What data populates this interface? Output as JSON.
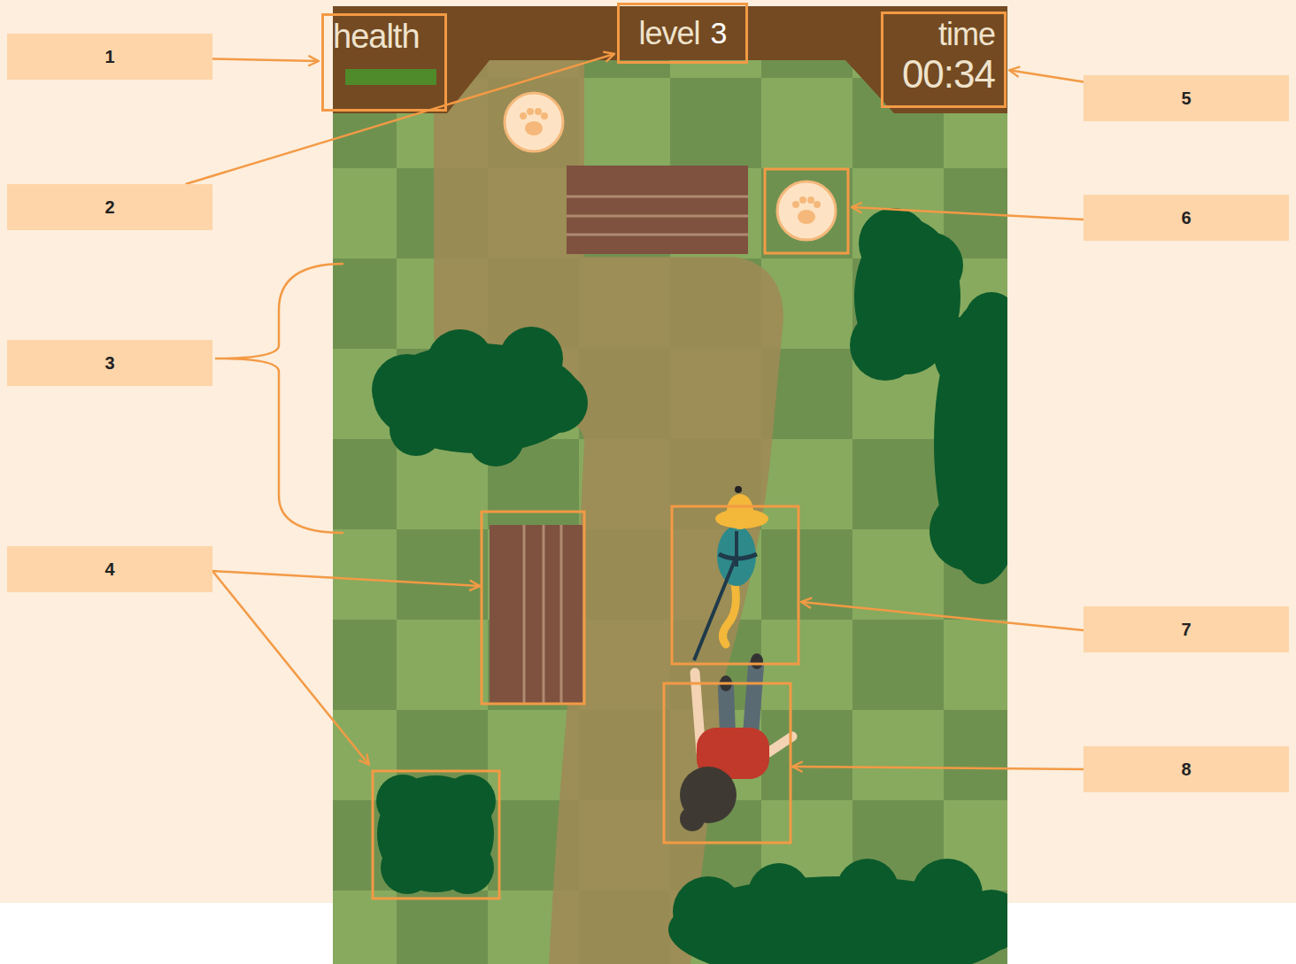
{
  "diagram": {
    "nodes": [
      {
        "text": [
          "health"
        ]
      },
      {
        "text": [
          "level",
          "3"
        ]
      },
      {
        "text": [
          "time",
          "00:34"
        ]
      },
      {
        "text": [
          "1"
        ]
      },
      {
        "text": [
          "2"
        ]
      },
      {
        "text": [
          "3"
        ]
      },
      {
        "text": [
          "4"
        ]
      },
      {
        "text": [
          "5"
        ]
      },
      {
        "text": [
          "6"
        ]
      },
      {
        "text": [
          "7"
        ]
      },
      {
        "text": [
          "8"
        ]
      }
    ],
    "edges": [
      {
        "from": 3,
        "to": 0,
        "arrow": "to"
      },
      {
        "from": 4,
        "to": 1,
        "arrow": "to"
      },
      {
        "from": 7,
        "to": 2,
        "arrow": "to"
      }
    ]
  }
}
